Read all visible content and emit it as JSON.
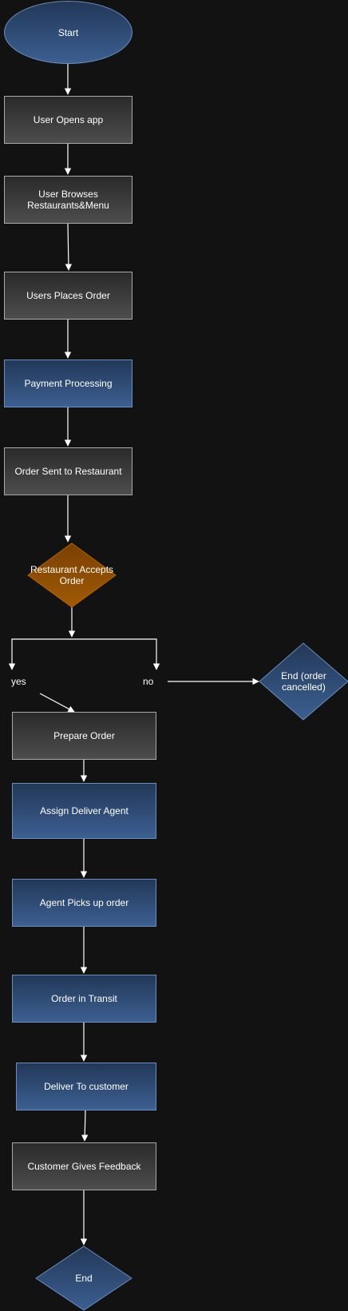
{
  "diagram": {
    "nodes": {
      "start": "Start",
      "opens_app": "User Opens app",
      "browses": "User Browses Restaurants&Menu",
      "places_order": "Users Places Order",
      "payment": "Payment Processing",
      "sent_to_restaurant": "Order Sent to Restaurant",
      "accepts": "Restaurant Accepts Order",
      "end_cancelled": "End (order cancelled)",
      "prepare": "Prepare Order",
      "assign_agent": "Assign Deliver Agent",
      "picks_up": "Agent Picks up order",
      "in_transit": "Order in Transit",
      "deliver": "Deliver To customer",
      "feedback": "Customer Gives Feedback",
      "end": "End"
    },
    "branch_labels": {
      "yes": "yes",
      "no": "no"
    },
    "colors": {
      "background": "#121212",
      "edge": "#ffffff",
      "gray_fill": "#3a3a3a",
      "blue_fill": "#2f4b73",
      "decision_fill": "#8a4a00",
      "border": "#a9a9a9"
    }
  }
}
